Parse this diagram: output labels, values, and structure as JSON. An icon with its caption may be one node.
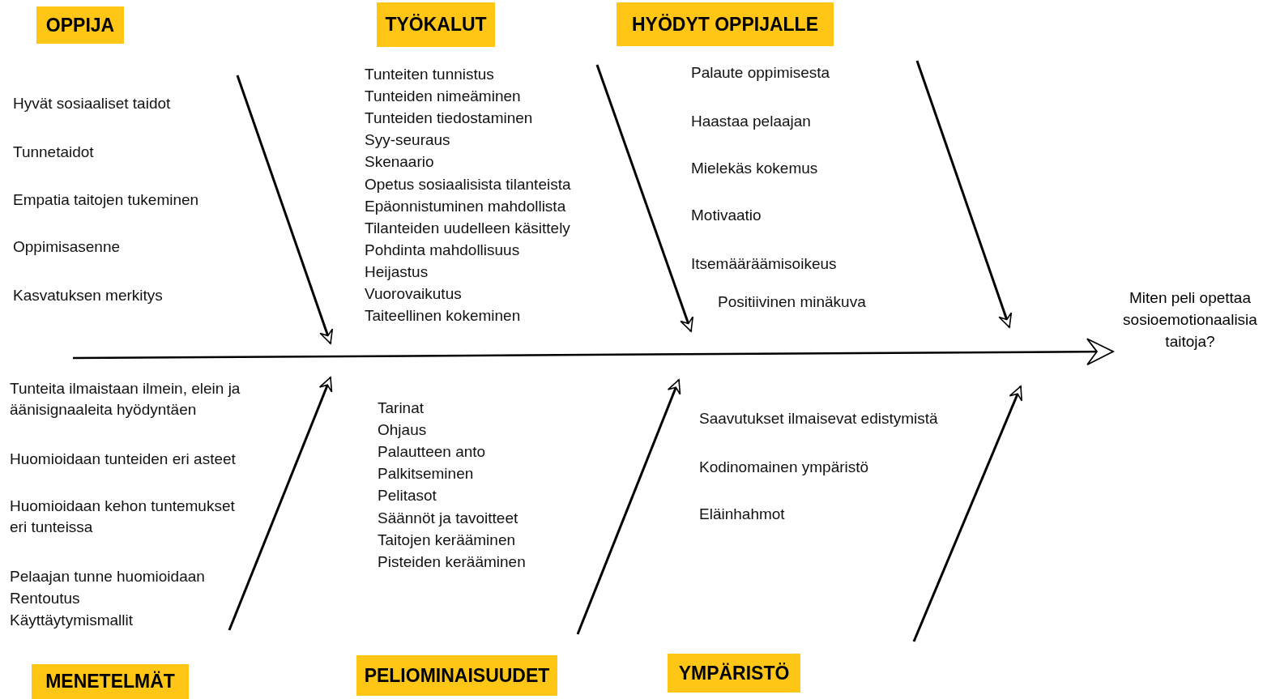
{
  "diagram": {
    "nodes": [
      {
        "text": [
          "OPPIJA"
        ]
      },
      {
        "text": [
          "TYÖKALUT"
        ]
      },
      {
        "text": [
          "HYÖDYT OPPIJALLE"
        ]
      },
      {
        "text": [
          "Miten peli opettaa sosioemotionaalisia taitoja?"
        ]
      },
      {
        "text": [
          "MENETELMÄT"
        ]
      },
      {
        "text": [
          "PELIOMINAISUUDET"
        ]
      },
      {
        "text": [
          "YMPÄRISTÖ"
        ]
      }
    ],
    "edges": [
      {
        "from": null,
        "to": 3,
        "arrow": "to"
      }
    ],
    "labels": [
      "Hyvät sosiaaliset taidot",
      "Tunnetaidot",
      "Empatia taitojen tukeminen",
      "Oppimisasenne",
      "Kasvatuksen merkitys",
      "Tunteiten tunnistus",
      "Tunteiden nimeäminen",
      "Tunteiden tiedostaminen",
      "Syy-seuraus",
      "Skenaario",
      "Opetus sosiaalisista tilanteista",
      "Epäonnistuminen mahdollista",
      "Tilanteiden uudelleen käsittely",
      "Pohdinta mahdollisuus",
      "Heijastus",
      "Vuorovaikutus",
      "Taiteellinen kokeminen",
      "Palaute oppimisesta",
      "Haastaa pelaajan",
      "Mielekäs kokemus",
      "Motivaatio",
      "Itsemääräämisoikeus",
      "Positiivinen minäkuva",
      "Tunteita ilmaistaan ilmein, elein ja äänisignaaleita hyödyntäen",
      "Huomioidaan tunteiden eri asteet",
      "Huomioidaan kehon tuntemukset eri tunteissa",
      "Pelaajan tunne huomioidaan",
      "Rentoutus",
      "Käyttäytymismallit",
      "Tarinat",
      "Ohjaus",
      "Palautteen anto",
      "Palkitseminen",
      "Pelitasot",
      "Säännöt ja tavoitteet",
      "Taitojen kerääminen",
      "Pisteiden kerääminen",
      "Saavutukset ilmaisevat edistymistä",
      "Kodinomainen ympäristö",
      "Eläinhahmot"
    ]
  }
}
